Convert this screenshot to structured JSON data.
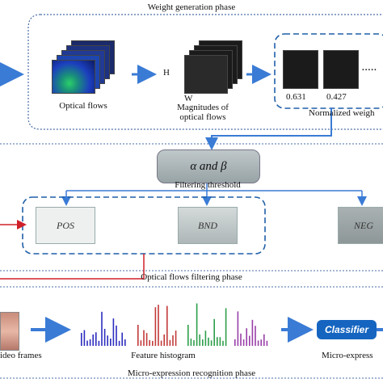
{
  "phases": {
    "weight_generation": "Weight generation phase",
    "filtering": "Optical flows filtering  phase",
    "recognition": "Micro-expression recognition  phase"
  },
  "weight_section": {
    "optical_flows": "Optical flows",
    "magnitudes_line1": "Magnitudes of",
    "magnitudes_line2": "optical flows",
    "axis_h": "H",
    "axis_w": "W",
    "normalized_weights": "Normalized weigh",
    "weight_values": [
      "0.631",
      "0.427"
    ],
    "ellipsis": "....."
  },
  "filter_section": {
    "alpha_beta": "α and β",
    "filtering_threshold": "Filtering threshold",
    "pos": "POS",
    "bnd": "BND",
    "neg": "NEG"
  },
  "recognition_section": {
    "video_frames": "ideo frames",
    "feature_histogram": "Feature histogram",
    "classifier": "Classifier",
    "micro_expression": "Micro-express"
  },
  "colors": {
    "arrow_blue": "#3a7bd5",
    "dashed_blue": "#1f5fa8",
    "red_arrow": "#d0202a",
    "classifier_bg": "#1565c0"
  }
}
